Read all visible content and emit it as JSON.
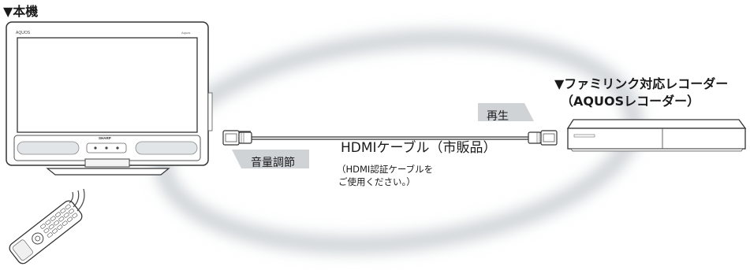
{
  "labels": {
    "main_unit": "▼本機",
    "recorder_line1": "▼ファミリンク対応レコーダー",
    "recorder_line2": "（AQUOSレコーダー）",
    "cable": "HDMIケーブル（市販品）",
    "cable_note_line1": "（HDMI認証ケーブルを",
    "cable_note_line2": "ご使用ください。）",
    "play_tag": "再生",
    "volume_tag": "音量調節"
  },
  "tv": {
    "brand_top_left": "AQUOS",
    "brand_top_right": "Aquos",
    "brand_center": "SHARP"
  },
  "colors": {
    "tag_fill": "#cfd3d6",
    "halo": "#d4d8dc",
    "line": "#333333"
  }
}
